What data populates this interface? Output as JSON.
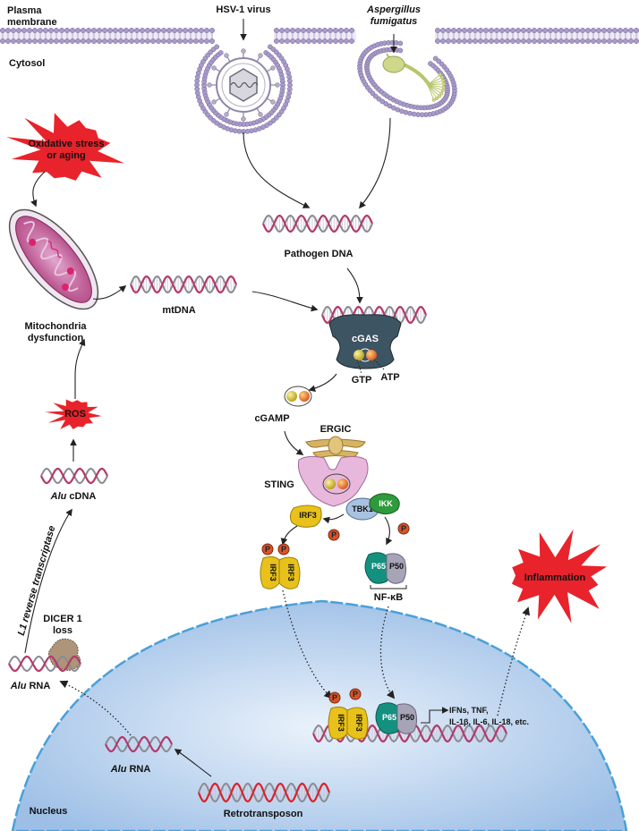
{
  "labels": {
    "plasma_membrane": "Plasma\nmembrane",
    "cytosol": "Cytosol",
    "hsv1_virus": "HSV-1 virus",
    "aspergillus": "Aspergillus\nfumigatus",
    "oxidative_stress": "Oxidative stress\nor aging",
    "pathogen_dna": "Pathogen DNA",
    "mtdna": "mtDNA",
    "mitochondria_dysfunction": "Mitochondria\ndysfunction",
    "cgas": "cGAS",
    "gtp": "GTP",
    "atp": "ATP",
    "cgamp": "cGAMP",
    "ergic": "ERGIC",
    "sting": "STING",
    "ros": "ROS",
    "alu_cdna_italic": "Alu",
    "alu_cdna_rest": " cDNA",
    "tbk1": "TBK1",
    "ikk": "IKK",
    "irf3": "IRF3",
    "p": "P",
    "p65": "P65",
    "p50": "P50",
    "nfkb": "NF-κB",
    "l1_rt": "L1 reverse transcriptase",
    "dicer": "DICER 1\nloss",
    "inflammation": "Inflammation",
    "alu_rna_italic": "Alu",
    "alu_rna_rest": " RNA",
    "cytokines": "IFNs, TNF,\nIL-1β, IL-6, IL-18, etc.",
    "nucleus": "Nucleus",
    "retrotransposon": "Retrotransposon"
  },
  "colors": {
    "membrane_head": "#a99bc9",
    "nucleus_fill": "#a9c6e8",
    "dna_strand": "#b23a6a",
    "cgas": "#3d5463",
    "sting": "#e7b8dc",
    "ergic": "#d7b366",
    "irf3": "#e8c21a",
    "tbk1": "#a9c2e2",
    "ikk": "#2e9a3b",
    "p65": "#14907f",
    "p50": "#a7a4b8",
    "phosphate": "#d9532a",
    "burst": "#e8232b",
    "mito": "#c14a8b"
  }
}
